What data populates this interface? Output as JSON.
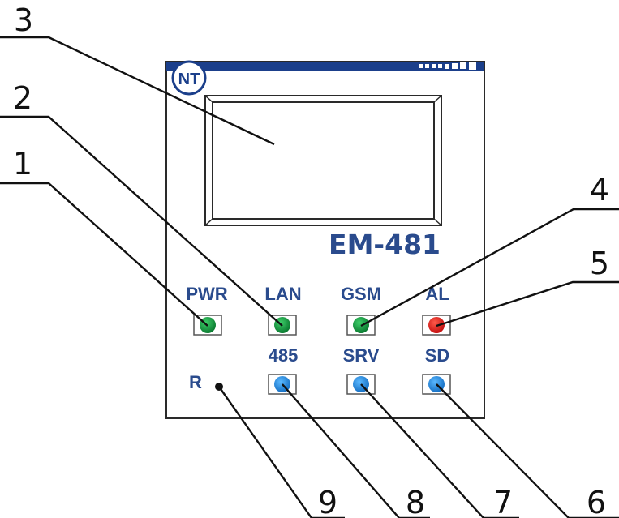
{
  "device": {
    "logo_text": "NT",
    "model": "EM-481",
    "colors": {
      "accent_blue": "#1b3f8b",
      "label_blue": "#2a4b8d",
      "frame": "#2a2a2a",
      "led_green": "#0e8a3a",
      "led_red": "#e01e1e",
      "led_blue": "#1f8fe0"
    }
  },
  "leds": {
    "pwr": {
      "label": "PWR",
      "color": "green"
    },
    "lan": {
      "label": "LAN",
      "color": "green"
    },
    "gsm": {
      "label": "GSM",
      "color": "green"
    },
    "al": {
      "label": "AL",
      "color": "red"
    },
    "b485": {
      "label": "485",
      "color": "blue"
    },
    "srv": {
      "label": "SRV",
      "color": "blue"
    },
    "sd": {
      "label": "SD",
      "color": "blue"
    },
    "reset": {
      "label": "R"
    }
  },
  "callouts": [
    "1",
    "2",
    "3",
    "4",
    "5",
    "6",
    "7",
    "8",
    "9"
  ]
}
